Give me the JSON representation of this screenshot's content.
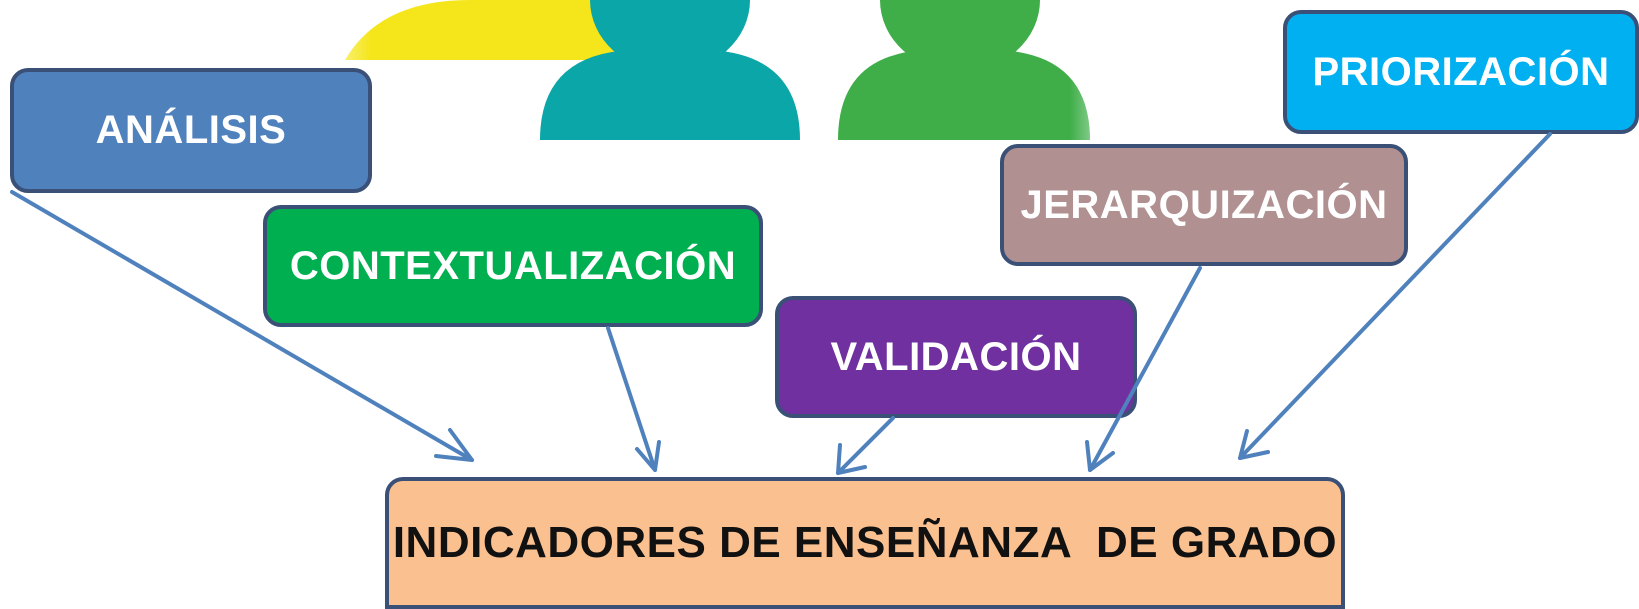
{
  "diagram": {
    "source_boxes": [
      {
        "id": "analisis",
        "label": "ANÁLISIS",
        "color": "#4f81bd"
      },
      {
        "id": "contextualizacion",
        "label": "CONTEXTUALIZACIÓN",
        "color": "#00b050"
      },
      {
        "id": "validacion",
        "label": "VALIDACIÓN",
        "color": "#7030a0"
      },
      {
        "id": "jerarquizacion",
        "label": "JERARQUIZACIÓN",
        "color": "#b09090"
      },
      {
        "id": "priorizacion",
        "label": "PRIORIZACIÓN",
        "color": "#00b0f0"
      }
    ],
    "target_box": {
      "label": "INDICADORES DE ENSEÑANZA  DE GRADO",
      "color": "#fac090"
    },
    "arrow_color": "#4f81bd",
    "edges": [
      {
        "from": "analisis",
        "to": "target"
      },
      {
        "from": "contextualizacion",
        "to": "target"
      },
      {
        "from": "validacion",
        "to": "target"
      },
      {
        "from": "jerarquizacion",
        "to": "target"
      },
      {
        "from": "priorizacion",
        "to": "target"
      }
    ],
    "header_graphic": {
      "type": "people-icons",
      "colors": [
        "#f5e61c",
        "#0aa6a8",
        "#3fae49"
      ]
    }
  }
}
